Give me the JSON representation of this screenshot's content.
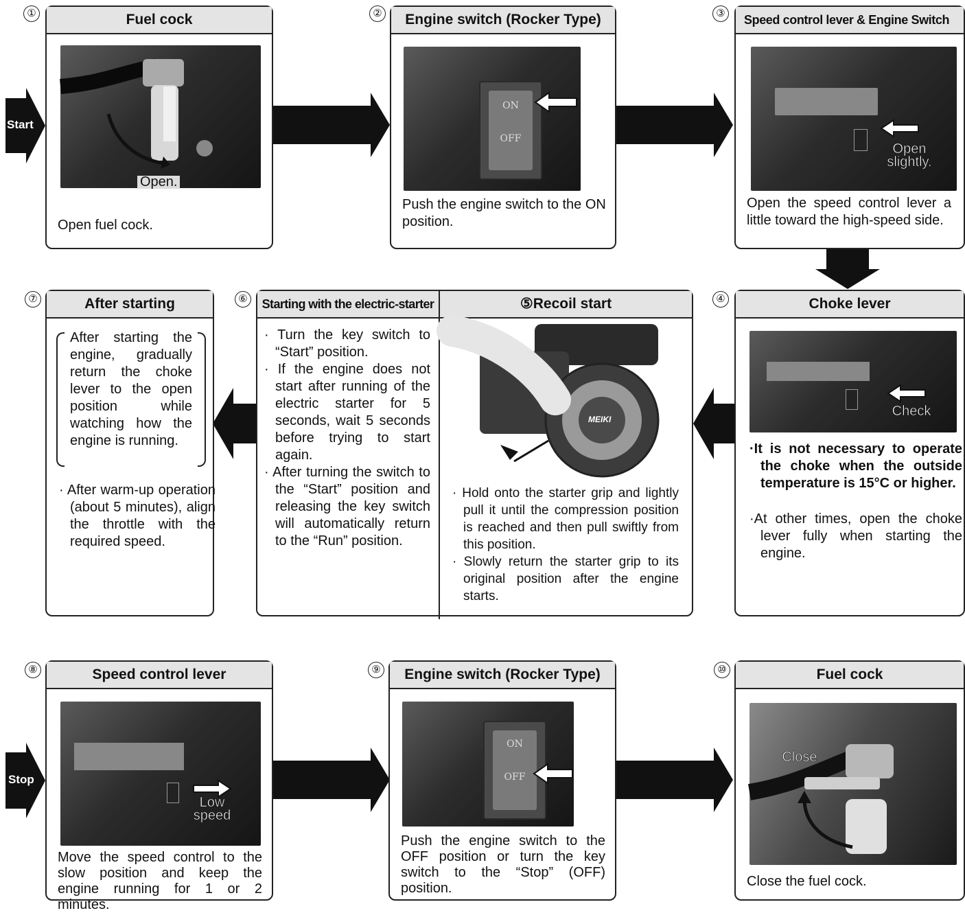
{
  "start_label": "Start",
  "stop_label": "Stop",
  "steps": {
    "s1": {
      "num": "①",
      "title": "Fuel cock",
      "photo_label": "Open.",
      "text": "Open fuel cock."
    },
    "s2": {
      "num": "②",
      "title": "Engine switch (Rocker Type)",
      "switch_on": "ON",
      "switch_off": "OFF",
      "text": "Push the engine switch to the ON position."
    },
    "s3": {
      "num": "③",
      "title": "Speed control lever & Engine Switch",
      "photo_label": "Open slightly.",
      "text": "Open the speed control lever a little toward the high-speed side."
    },
    "s4": {
      "num": "④",
      "title": "Choke lever",
      "photo_label": "Check",
      "bold_text": "It is not necessary to operate the choke when the outside temperature is 15°C or higher.",
      "text": "At other times, open the choke lever fully when starting the engine."
    },
    "s5": {
      "num": "⑤",
      "title": "Recoil start",
      "brand": "MEIKI",
      "bullets": [
        "Hold onto the starter grip and lightly pull it until the compression position is reached and then pull swiftly from this position.",
        "Slowly return the starter grip to its original position after the engine starts."
      ]
    },
    "s6": {
      "num": "⑥",
      "title": "Starting with the electric-starter",
      "bullets": [
        "Turn the key switch to “Start” position.",
        "If the engine does not start after running of the electric starter for 5 seconds, wait 5 seconds before trying to start again.",
        "After turning the switch to the “Start” position and releasing the key switch will automatically return to the “Run” position."
      ]
    },
    "s7": {
      "num": "⑦",
      "title": "After starting",
      "paren_text": "After starting the engine, gradually return the choke lever to the open position while watching how the engine is running.",
      "bullet": "After warm-up operation (about 5 minutes), align the throttle with the required speed."
    },
    "s8": {
      "num": "⑧",
      "title": "Speed control lever",
      "photo_label": "Low speed",
      "text": "Move the speed control to the slow position and keep the engine running for 1 or 2 minutes."
    },
    "s9": {
      "num": "⑨",
      "title": "Engine switch (Rocker Type)",
      "switch_on": "ON",
      "switch_off": "OFF",
      "text": "Push the engine switch to the OFF position or turn the key switch to the “Stop” (OFF) position."
    },
    "s10": {
      "num": "⑩",
      "title": "Fuel cock",
      "photo_label": "Close",
      "text": "Close the fuel cock."
    }
  }
}
